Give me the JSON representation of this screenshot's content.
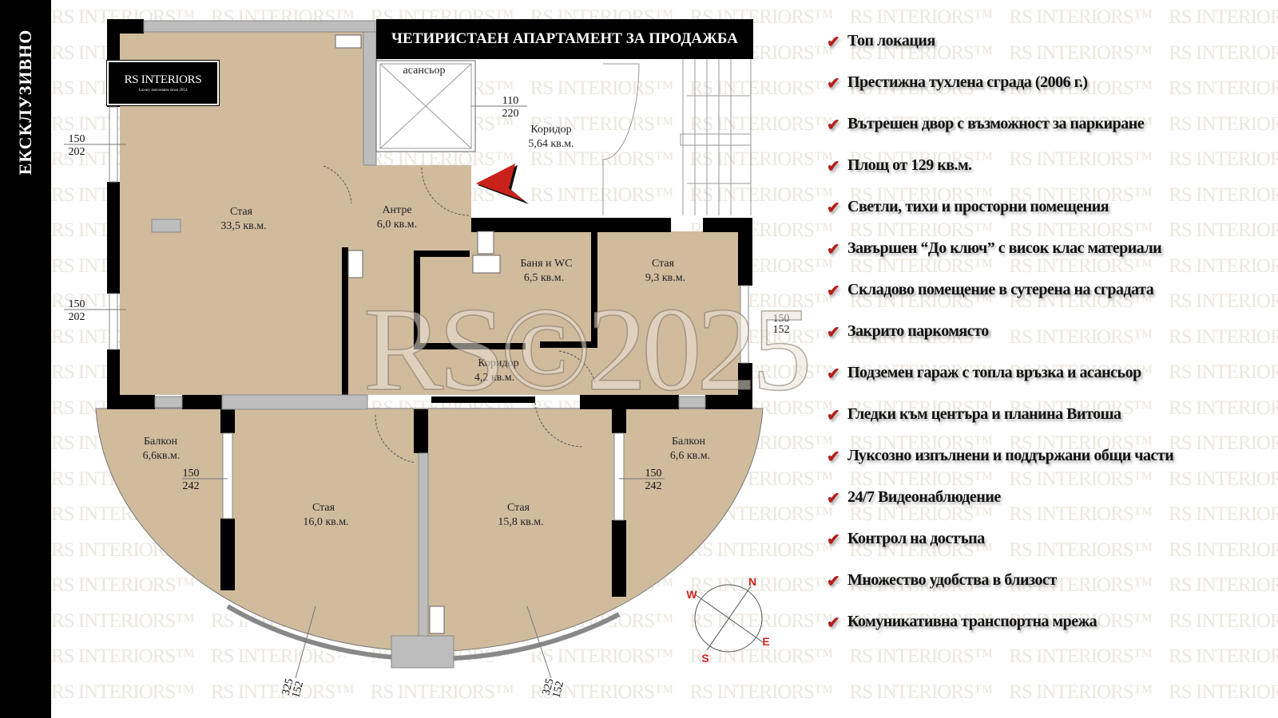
{
  "sidebar": {
    "label": "ЕКСКЛУЗИВНО"
  },
  "title": "ЧЕТИРИСТАЕН АПАРТАМЕНТ ЗА ПРОДАЖБА",
  "logo": {
    "name": "RS INTERIORS",
    "tagline": "Luxury real estates since 2014"
  },
  "watermark": {
    "repeat_text": "RS INTERIORS™",
    "big_text": "RS©2025"
  },
  "colors": {
    "room_fill": "#d0bb9d",
    "wall": "#000000",
    "check": "#b3201b",
    "compass": "#d1231d"
  },
  "rooms": {
    "elevator": "асансьор",
    "corridor_top": {
      "name": "Коридор",
      "area": "5,64 кв.м."
    },
    "room_big": {
      "name": "Стая",
      "area": "33,5 кв.м."
    },
    "entrance": {
      "name": "Антре",
      "area": "6,0 кв.м."
    },
    "bath": {
      "name": "Баня и WC",
      "area": "6,5 кв.м."
    },
    "room_small": {
      "name": "Стая",
      "area": "9,3 кв.м."
    },
    "corridor_inner": {
      "name": "Коридор",
      "area": "4,2 кв.м."
    },
    "balcony_left": {
      "name": "Балкон",
      "area": "6,6кв.м."
    },
    "balcony_right": {
      "name": "Балкон",
      "area": "6,6 кв.м."
    },
    "room_left": {
      "name": "Стая",
      "area": "16,0 кв.м."
    },
    "room_right": {
      "name": "Стая",
      "area": "15,8 кв.м."
    }
  },
  "dimensions": [
    {
      "w": "150",
      "h": "202"
    },
    {
      "w": "150",
      "h": "202"
    },
    {
      "w": "110",
      "h": "220"
    },
    {
      "w": "150",
      "h": "152"
    },
    {
      "w": "150",
      "h": "242"
    },
    {
      "w": "150",
      "h": "242"
    },
    {
      "w": "325",
      "h": "152"
    },
    {
      "w": "325",
      "h": "152"
    }
  ],
  "compass": {
    "n": "N",
    "e": "E",
    "s": "S",
    "w": "W"
  },
  "features": [
    "Топ локация",
    "Престижна тухлена сграда (2006 г.)",
    "Вътрешен двор с възможност за паркиране",
    "Площ от 129 кв.м.",
    "Светли, тихи и просторни помещения",
    "Завършен “До ключ” с висок клас материали",
    "Складово помещение в сутерена на сградата",
    "Закрито паркомясто",
    "Подземен гараж с топла връзка и асансьор",
    "Гледки към центъра и планина Витоша",
    "Луксозно изпълнени и поддържани общи части",
    "24/7 Видеонаблюдение",
    "Контрол на достъпа",
    "Множество удобства в близост",
    "Комуникативна транспортна мрежа"
  ]
}
